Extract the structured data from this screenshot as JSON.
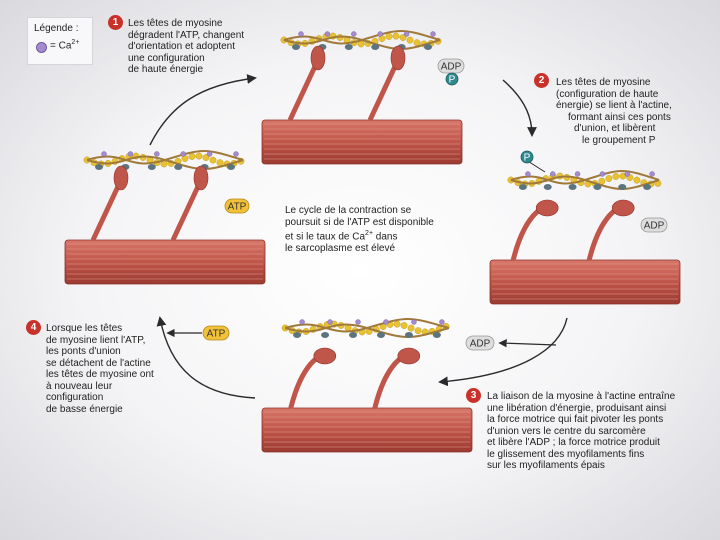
{
  "legend": {
    "title": "Légende :",
    "ion": "Ca",
    "ion_charge": "2+",
    "ion_prefix": "= "
  },
  "steps": [
    {
      "number": "1",
      "lines": [
        "Les têtes de myosine",
        "dégradent l'ATP, changent",
        "d'orientation et adoptent",
        "une configuration",
        "de haute énergie"
      ]
    },
    {
      "number": "2",
      "lines": [
        "Les têtes de myosine",
        "(configuration de haute",
        "énergie) se lient à l'actine,",
        "formant ainsi ces ponts",
        "d'union, et libèrent",
        "le groupement P"
      ]
    },
    {
      "number": "3",
      "lines": [
        "La liaison de la myosine à l'actine entraîne",
        "une libération d'énergie, produisant ainsi",
        "la force motrice qui fait pivoter les ponts",
        "d'union vers le centre du sarcomère",
        "et libère l'ADP ; la force motrice produit",
        "le glissement des myofilaments fins",
        "sur les myofilaments épais"
      ]
    },
    {
      "number": "4",
      "lines": [
        "Lorsque les têtes",
        "de myosine lient l'ATP,",
        "les ponts d'union",
        "se détachent de l'actine",
        "les têtes de myosine ont",
        "à nouveau leur configuration",
        "de basse énergie"
      ]
    }
  ],
  "center_text": {
    "line1": "Le cycle de la contraction se",
    "line2": "poursuit si de l'ATP est disponible",
    "line3_pre": "et si le taux de Ca",
    "line3_sup": "2+",
    "line3_post": " dans",
    "line4": "le sarcoplasme est élevé"
  },
  "labels": {
    "adp": "ADP",
    "p": "P",
    "atp": "ATP"
  },
  "colors": {
    "muscle": "#c0554a",
    "muscle_dark": "#8e3128",
    "actin_strand": "#a17a3a",
    "actin_bead": "#e8c232",
    "troponin": "#5b7480",
    "calcium": "#a58ad0",
    "step_badge": "#c8322a",
    "arrow": "#2a2a2a",
    "adp_fill": "#dedede",
    "p_fill": "#2f8a90",
    "atp_fill": "#f2c13a"
  }
}
